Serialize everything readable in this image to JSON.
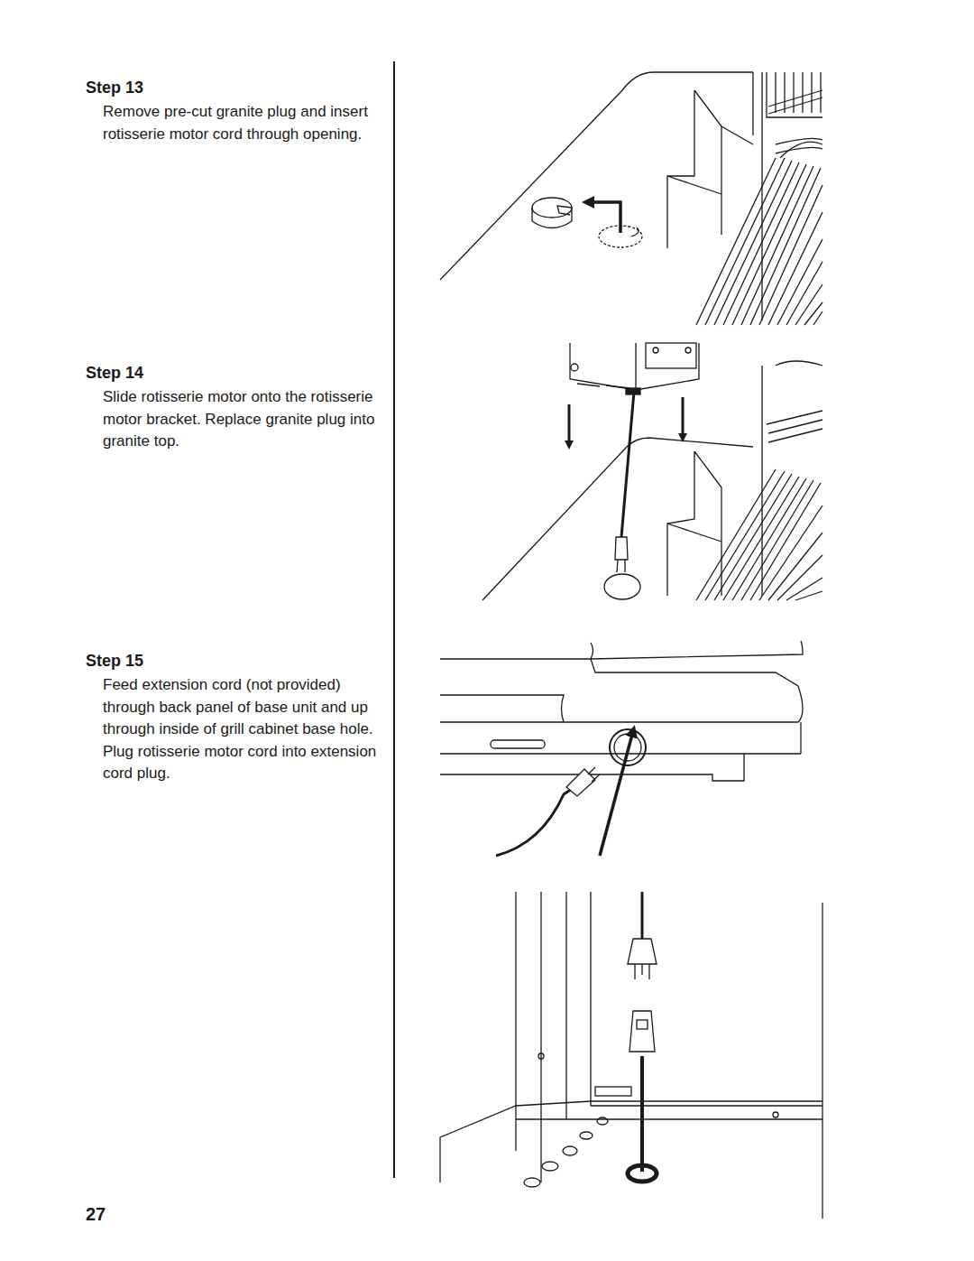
{
  "diagram": {
    "labels": [
      "Step 13",
      "Remove pre-cut granite plug and insert rotisserie motor cord through opening.",
      "Step 14",
      "Slide rotisserie motor onto the rotisserie motor bracket. Replace granite plug into granite top.",
      "Step 15",
      "Feed extension cord (not provided) through back panel of base unit and up through inside of grill cabinet base hole. Plug rotisserie motor cord into extension cord plug.",
      "27"
    ]
  }
}
